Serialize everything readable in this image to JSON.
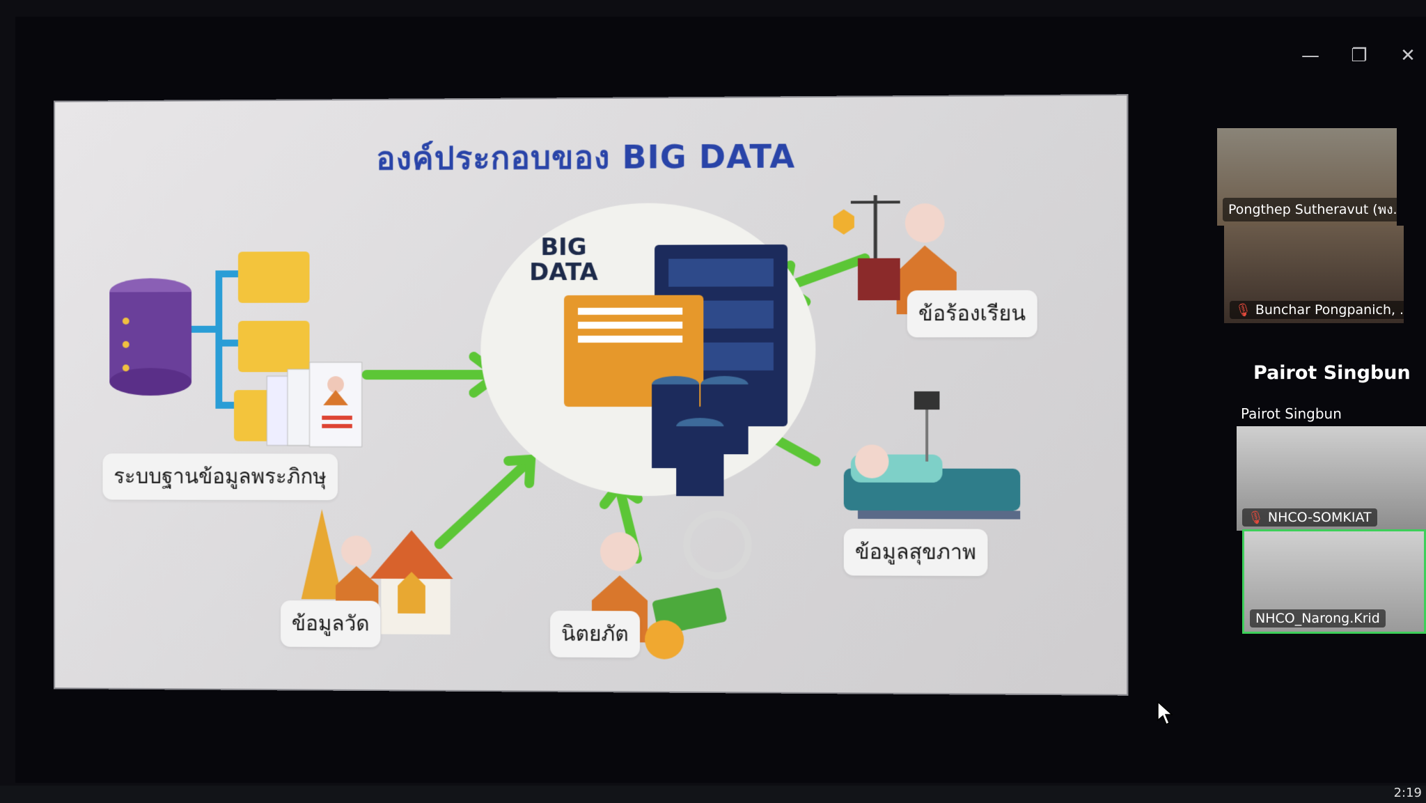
{
  "window_controls": {
    "minimize": "—",
    "restore": "❐",
    "close": "✕"
  },
  "slide": {
    "title": "องค์ประกอบของ BIG DATA",
    "center_label": "BIG\nDATA",
    "sources": [
      {
        "label": "ระบบฐานข้อมูลพระภิกษุ"
      },
      {
        "label": "ข้อมูลวัด"
      },
      {
        "label": "นิตยภัต"
      },
      {
        "label": "ข้อมูลสุขภาพ"
      },
      {
        "label": "ข้อร้องเรียน"
      }
    ]
  },
  "participants": [
    {
      "name": "Pongthep Sutheravut (พง...",
      "muted": false
    },
    {
      "name": "Bunchar Pongpanich, ...",
      "muted": true
    },
    {
      "name": "NHCO-SOMKIAT",
      "muted": true
    },
    {
      "name": "NHCO_Narong.Krid",
      "muted": false,
      "active_speaker": true
    }
  ],
  "active_speaker": {
    "title": "Pairot Singbun",
    "subtitle": "Pairot Singbun"
  },
  "taskbar": {
    "clock": "2:19"
  },
  "colors": {
    "title": "#2944a8",
    "arrow": "#5cc636",
    "accent_green": "#3ecf5a"
  }
}
